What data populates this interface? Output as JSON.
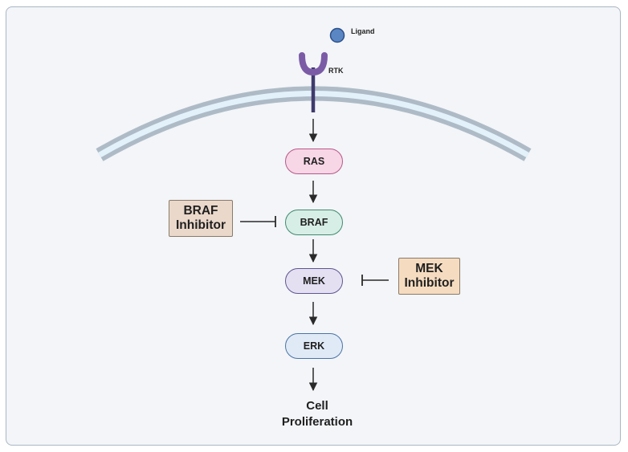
{
  "ligand": {
    "label": "Ligand"
  },
  "receptor": {
    "label": "RTK"
  },
  "pathway": {
    "nodes": [
      {
        "id": "ras",
        "label": "RAS",
        "fill": "#f7d6e6",
        "stroke": "#b8588a"
      },
      {
        "id": "braf",
        "label": "BRAF",
        "fill": "#d7eee6",
        "stroke": "#3f8a6e"
      },
      {
        "id": "mek",
        "label": "MEK",
        "fill": "#e4e0f2",
        "stroke": "#5e5590"
      },
      {
        "id": "erk",
        "label": "ERK",
        "fill": "#e0eaf6",
        "stroke": "#4a73a6"
      }
    ]
  },
  "inhibitors": {
    "braf": {
      "line1": "BRAF",
      "line2": "Inhibitor",
      "fill": "#ead8cb",
      "target": "BRAF"
    },
    "mek": {
      "line1": "MEK",
      "line2": "Inhibitor",
      "fill": "#f5dcc0",
      "target": "MEK"
    }
  },
  "outcome": {
    "line1": "Cell",
    "line2": "Proliferation"
  },
  "colors": {
    "membrane_outer": "#aebbc7",
    "membrane_inner": "#e3f1fb",
    "receptor": "#7b5ba6",
    "receptor_stem": "#3f3a6e",
    "ligand_fill": "#5b86c4",
    "ligand_stroke": "#2c4f8a",
    "arrow": "#2a2a2a"
  }
}
